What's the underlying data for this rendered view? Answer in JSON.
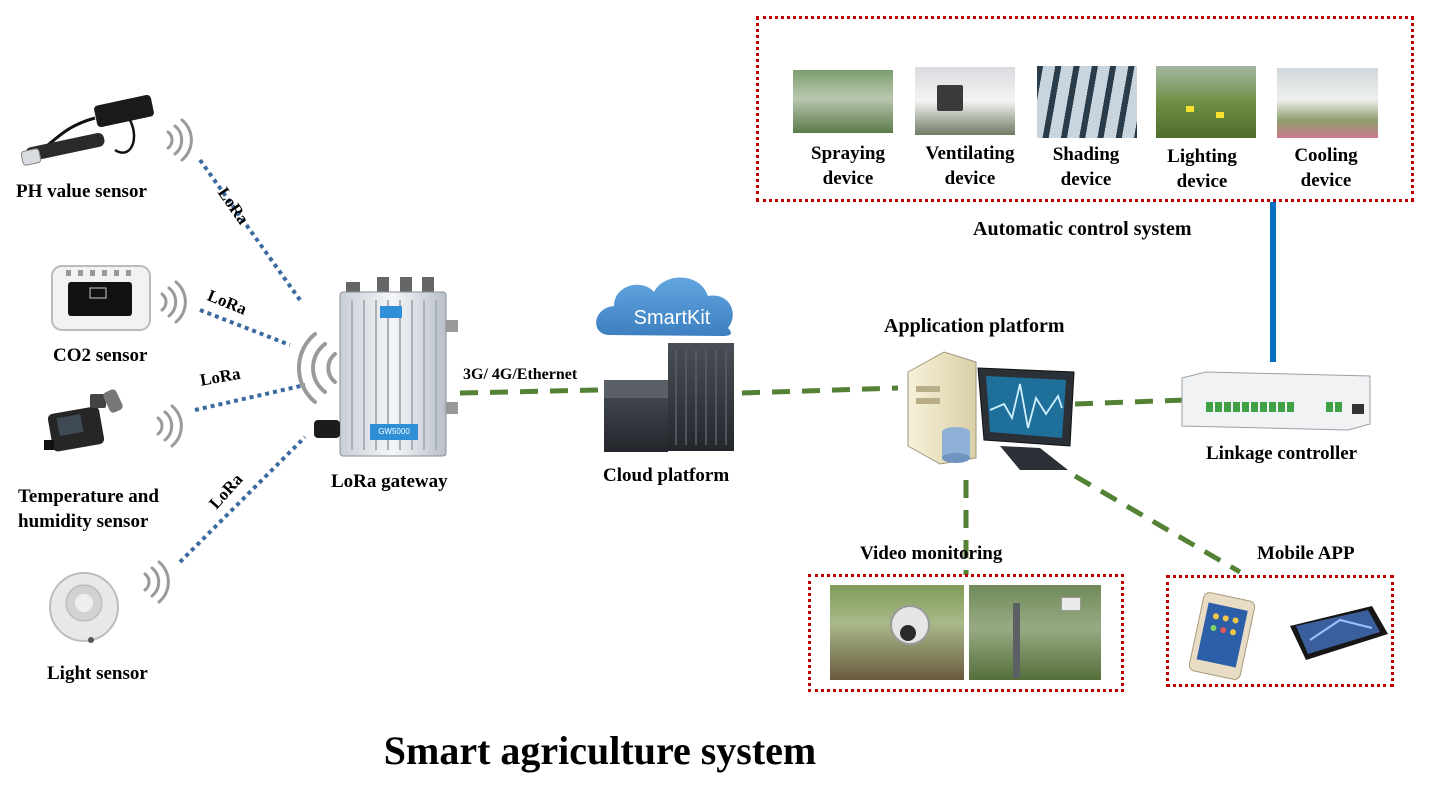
{
  "title": "Smart agriculture system",
  "sensors": [
    {
      "label": "PH value sensor",
      "link": "LoRa"
    },
    {
      "label": "CO2 sensor",
      "link": "LoRa"
    },
    {
      "label": "Temperature and humidity sensor",
      "line1": "Temperature and",
      "line2": "humidity sensor",
      "link": "LoRa"
    },
    {
      "label": "Light sensor",
      "link": "LoRa"
    }
  ],
  "gateway": {
    "label": "LoRa gateway",
    "badge": "GW5000",
    "uplink": "3G/ 4G/Ethernet"
  },
  "cloud": {
    "label": "Cloud platform",
    "brand": "SmartKit"
  },
  "application": {
    "label": "Application platform"
  },
  "linkage": {
    "label": "Linkage controller"
  },
  "automatic_control": {
    "label": "Automatic control system",
    "devices": [
      {
        "line1": "Spraying",
        "line2": "device"
      },
      {
        "line1": "Ventilating",
        "line2": "device"
      },
      {
        "line1": "Shading",
        "line2": "device"
      },
      {
        "line1": "Lighting",
        "line2": "device"
      },
      {
        "line1": "Cooling",
        "line2": "device"
      }
    ]
  },
  "video": {
    "label": "Video monitoring"
  },
  "mobile": {
    "label": "Mobile APP"
  },
  "colors": {
    "lora_link": "#3b6a9e",
    "backbone_link": "#548235",
    "control_link": "#0070c0",
    "frame": "#c00000",
    "cloud": "#4a8fcf"
  }
}
